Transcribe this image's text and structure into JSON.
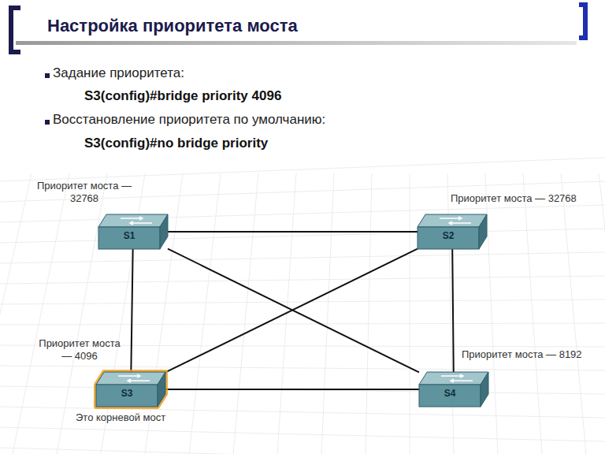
{
  "diagram": {
    "title": "Настройка приоритета моста",
    "nodes": [
      {
        "text": [
          "Приоритет моста — 32768",
          "S1"
        ]
      },
      {
        "text": [
          "Приоритет моста — 32768",
          "S2"
        ]
      },
      {
        "text": [
          "Приоритет моста — 4096",
          "S3",
          "Это корневой мост"
        ]
      },
      {
        "text": [
          "Приоритет моста — 8192",
          "S4"
        ]
      }
    ],
    "edges": [
      {
        "from": 0,
        "to": 1,
        "arrow": "none"
      },
      {
        "from": 0,
        "to": 2,
        "arrow": "none"
      },
      {
        "from": 0,
        "to": 3,
        "arrow": "none"
      },
      {
        "from": 1,
        "to": 2,
        "arrow": "none"
      },
      {
        "from": 1,
        "to": 3,
        "arrow": "none"
      },
      {
        "from": 2,
        "to": 3,
        "arrow": "none"
      }
    ],
    "labels": [
      "Задание приоритета:",
      "S3(config)#bridge priority 4096",
      "Восстановление приоритета по умолчанию:",
      "S3(config)#no bridge priority"
    ]
  }
}
